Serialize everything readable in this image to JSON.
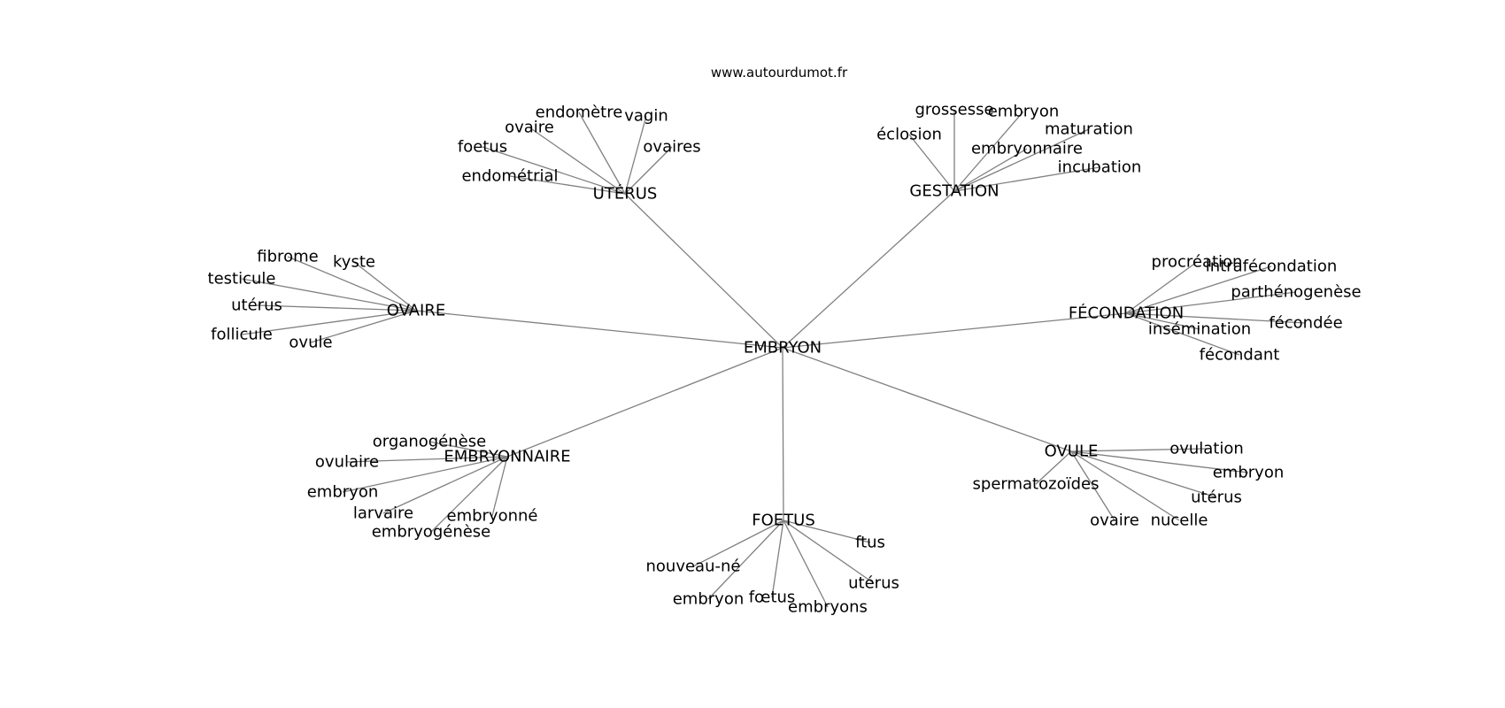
{
  "site": "www.autourdumot.fr",
  "center": "EMBRYON",
  "groups": [
    {
      "label": "UTÉRUS",
      "children": [
        "endomètre",
        "vagin",
        "ovaire",
        "ovaires",
        "foetus",
        "endométrial"
      ]
    },
    {
      "label": "GESTATION",
      "children": [
        "grossesse",
        "embryon",
        "éclosion",
        "maturation",
        "embryonnaire",
        "incubation"
      ]
    },
    {
      "label": "OVAIRE",
      "children": [
        "fibrome",
        "kyste",
        "testicule",
        "utérus",
        "follicule",
        "ovule"
      ]
    },
    {
      "label": "FÉCONDATION",
      "children": [
        "procréation",
        "intrafécondation",
        "parthénogenèse",
        "fécondée",
        "insémination",
        "fécondant"
      ]
    },
    {
      "label": "EMBRYONNAIRE",
      "children": [
        "organogénèse",
        "ovulaire",
        "embryon",
        "larvaire",
        "embryonné",
        "embryogénèse"
      ]
    },
    {
      "label": "OVULE",
      "children": [
        "ovulation",
        "embryon",
        "spermatozoïdes",
        "utérus",
        "ovaire",
        "nucelle"
      ]
    },
    {
      "label": "FOETUS",
      "children": [
        "ftus",
        "nouveau-né",
        "utérus",
        "embryon",
        "fœtus",
        "embryons"
      ]
    }
  ]
}
